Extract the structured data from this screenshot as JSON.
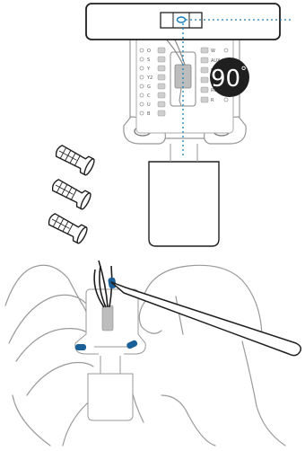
{
  "level_indicator": {
    "angle_label": "90",
    "degree_symbol": "°"
  },
  "colors": {
    "line": "#1f1f1f",
    "accent_blue": "#1a7fb8",
    "screw_blue": "#1b5f97",
    "badge": "#1f1f1f",
    "plate_fill": "#ffffff",
    "wire_fill": "#bdbdbd",
    "hand_stroke": "#9a9a9a"
  },
  "terminals": {
    "left": [
      "O",
      "S",
      "Y",
      "Y2",
      "G",
      "C",
      "U",
      "B"
    ],
    "right": [
      "W",
      "AUX",
      "E",
      "K",
      "Rc",
      "R"
    ]
  },
  "hardware": {
    "anchor_count": 3,
    "anchor_icon": "wall-anchor-icon",
    "screwdriver_icon": "screwdriver-icon",
    "hand_icon": "hand-icon"
  }
}
